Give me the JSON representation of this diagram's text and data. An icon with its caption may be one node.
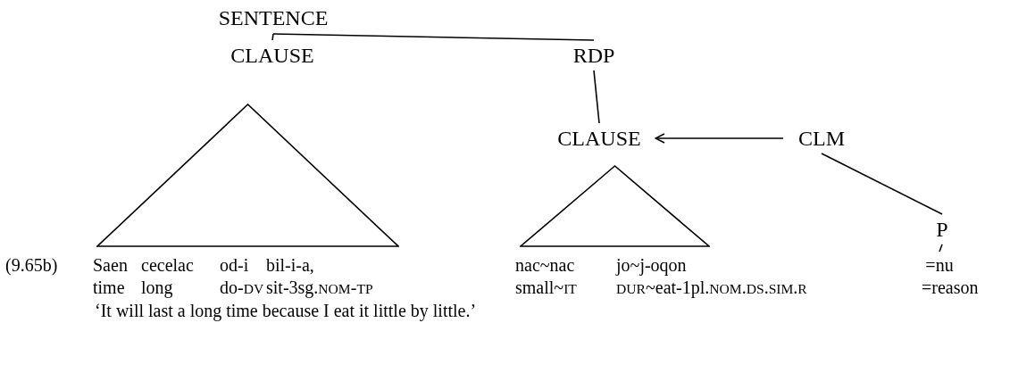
{
  "diagram": {
    "nodes": [
      {
        "text": [
          "SENTENCE"
        ]
      },
      {
        "text": [
          "CLAUSE"
        ]
      },
      {
        "text": [
          "RDP"
        ]
      },
      {
        "text": [
          "CLAUSE"
        ]
      },
      {
        "text": [
          "CLM"
        ]
      },
      {
        "text": [
          "P"
        ]
      },
      {
        "text": [],
        "shape": "triangle"
      },
      {
        "text": [],
        "shape": "triangle"
      },
      {
        "text": [
          "=nu"
        ]
      }
    ],
    "edges": [
      {
        "from": 0,
        "to": 1,
        "arrow": "none"
      },
      {
        "from": 0,
        "to": 2,
        "arrow": "none"
      },
      {
        "from": 2,
        "to": 3,
        "arrow": "none"
      },
      {
        "from": 4,
        "to": 3,
        "arrow": "to"
      },
      {
        "from": 4,
        "to": 5,
        "arrow": "none"
      },
      {
        "from": 5,
        "to": 8,
        "arrow": "none"
      }
    ],
    "labels": [
      "(9.65b)",
      "Saen",
      "cecelac",
      "od-i",
      "bil-i-a,",
      "nac~nac",
      "jo~j-oqon",
      "time",
      "long",
      "do-DV",
      "sit-3sg.NOM-TP",
      "small~IT",
      "DUR~eat-1pl.NOM.DS.SIM.R",
      "=reason",
      "‘It will last a long time because I eat it little by little.’"
    ]
  }
}
